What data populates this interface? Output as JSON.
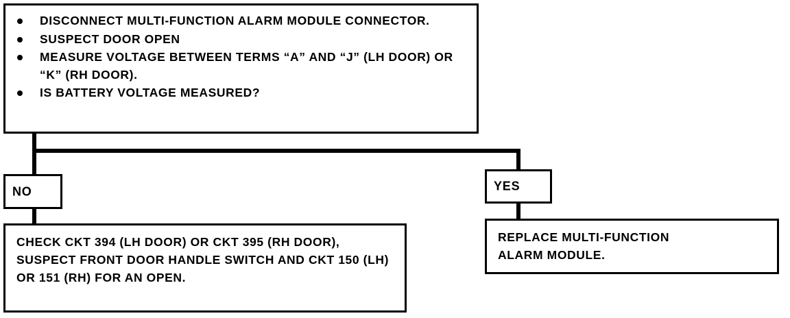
{
  "diagram": {
    "type": "troubleshooting-flowchart",
    "ink_color": "#000000",
    "background_color": "#ffffff",
    "decision_box": {
      "name": "decision-step-box",
      "steps": [
        "DISCONNECT MULTI-FUNCTION ALARM MODULE CONNECTOR.",
        "SUSPECT DOOR OPEN",
        "MEASURE VOLTAGE BETWEEN TERMS “A” AND “J” (LH DOOR) OR “K” (RH DOOR).",
        "IS BATTERY VOLTAGE MEASURED?"
      ]
    },
    "branches": [
      {
        "label": "NO",
        "result": "CHECK CKT 394 (LH DOOR) OR CKT 395 (RH DOOR), SUSPECT FRONT DOOR HANDLE SWITCH AND CKT 150 (LH) OR 151 (RH) FOR AN OPEN."
      },
      {
        "label": "YES",
        "result": "REPLACE MULTI-FUNCTION\nALARM MODULE."
      }
    ]
  }
}
